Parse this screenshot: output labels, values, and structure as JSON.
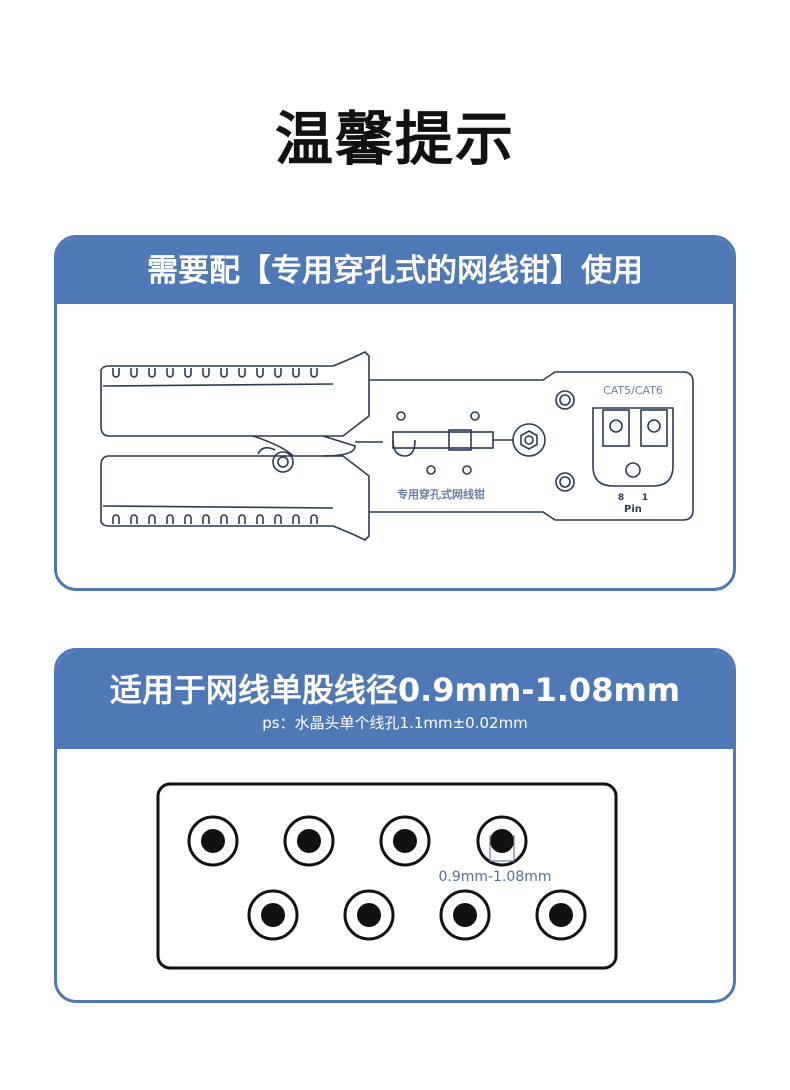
{
  "page_title": "温馨提示",
  "card1": {
    "heading": "需要配【专用穿孔式的网线钳】使用",
    "tool_label": "专用穿孔式网线钳",
    "port_label": "CAT5/CAT6",
    "pin_left": "8",
    "pin_right": "1",
    "pin_label": "Pin"
  },
  "card2": {
    "heading": "适用于网线单股线径0.9mm-1.08mm",
    "subheading": "ps：水晶头单个线孔1.1mm±0.02mm",
    "dimension_label": "0.9mm-1.08mm",
    "rows": [
      4,
      4
    ]
  },
  "colors": {
    "accent": "#4e79b6",
    "line": "#2c3a55"
  }
}
